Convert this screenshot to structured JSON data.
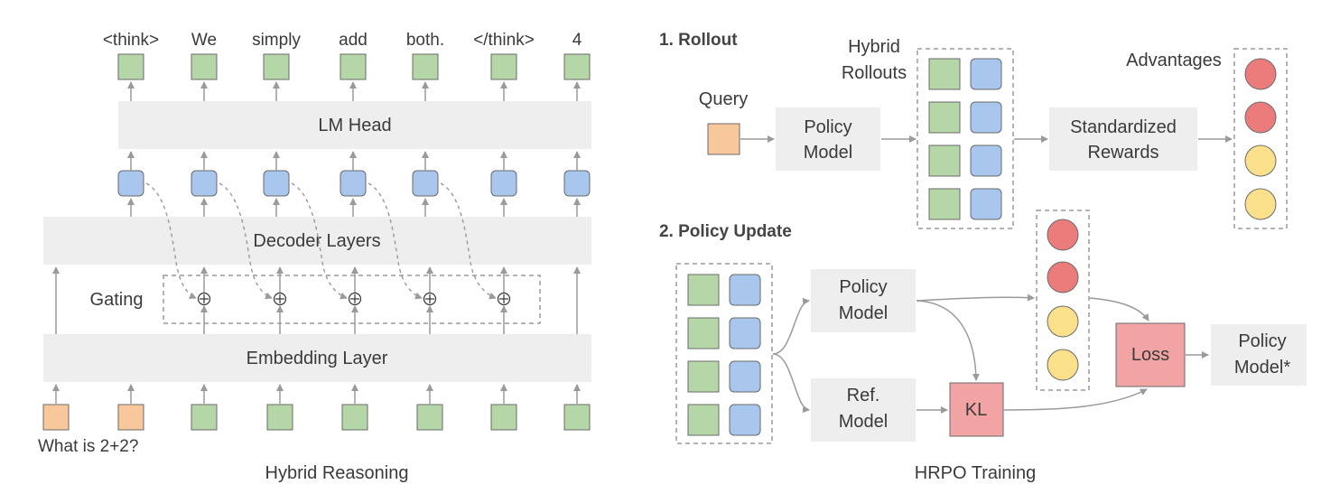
{
  "left": {
    "output_tokens": [
      "<think>",
      "We",
      "simply",
      "add",
      "both.",
      "</think>",
      "4"
    ],
    "lm_head": "LM Head",
    "decoder": "Decoder Layers",
    "gating": "Gating",
    "embedding": "Embedding Layer",
    "input_text": "What is 2+2?",
    "caption": "Hybrid Reasoning"
  },
  "right": {
    "rollout_title": "1. Rollout",
    "query": "Query",
    "policy_model_line1": "Policy",
    "policy_model_line2": "Model",
    "hybrid_rollouts_line1": "Hybrid",
    "hybrid_rollouts_line2": "Rollouts",
    "standardized_line1": "Standardized",
    "standardized_line2": "Rewards",
    "advantages": "Advantages",
    "update_title": "2. Policy Update",
    "update_policy_line1": "Policy",
    "update_policy_line2": "Model",
    "ref_line1": "Ref.",
    "ref_line2": "Model",
    "kl": "KL",
    "loss": "Loss",
    "policy_star_line1": "Policy",
    "policy_star_line2": "Model*",
    "caption": "HRPO Training"
  },
  "colors": {
    "green": "#b5d7a8",
    "orange": "#f8c89c",
    "blue": "#a9c7ec",
    "red": "#ec7b7b",
    "yellow": "#fbe08c",
    "gray_box": "#eeeeee",
    "loss": "#f2a3a3"
  }
}
